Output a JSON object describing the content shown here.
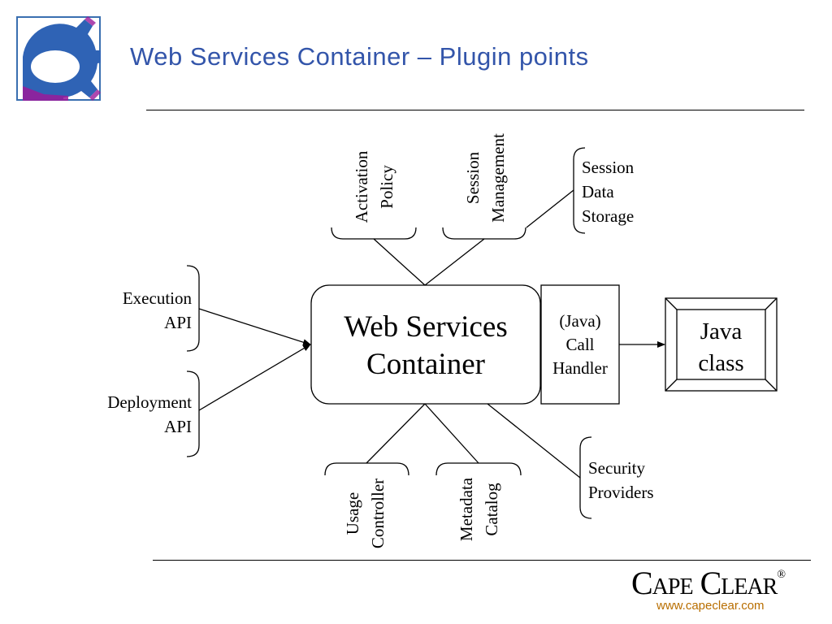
{
  "header": {
    "title": "Web Services Container – Plugin points"
  },
  "colors": {
    "title": "#3355aa",
    "url": "#b86e00",
    "logo_blue": "#2f63b5",
    "logo_purple": "#9a1a9a",
    "logo_border": "#3a6fb0"
  },
  "diagram": {
    "container": {
      "line1": "Web Services",
      "line2": "Container"
    },
    "call_handler": {
      "line1": "(Java)",
      "line2": "Call",
      "line3": "Handler"
    },
    "java_class": {
      "line1": "Java",
      "line2": "class"
    },
    "plugins": {
      "execution_api": {
        "line1": "Execution",
        "line2": "API"
      },
      "deployment_api": {
        "line1": "Deployment",
        "line2": "API"
      },
      "activation_policy": {
        "line1": "Activation",
        "line2": "Policy"
      },
      "session_management": {
        "line1": "Session",
        "line2": "Management"
      },
      "session_data_storage": {
        "line1": "Session",
        "line2": "Data",
        "line3": "Storage"
      },
      "usage_controller": {
        "line1": "Usage",
        "line2": "Controller"
      },
      "metadata_catalog": {
        "line1": "Metadata",
        "line2": "Catalog"
      },
      "security_providers": {
        "line1": "Security",
        "line2": "Providers"
      }
    }
  },
  "footer": {
    "brand": "Cape Clear",
    "trademark": "®",
    "url": "www.capeclear.com"
  }
}
